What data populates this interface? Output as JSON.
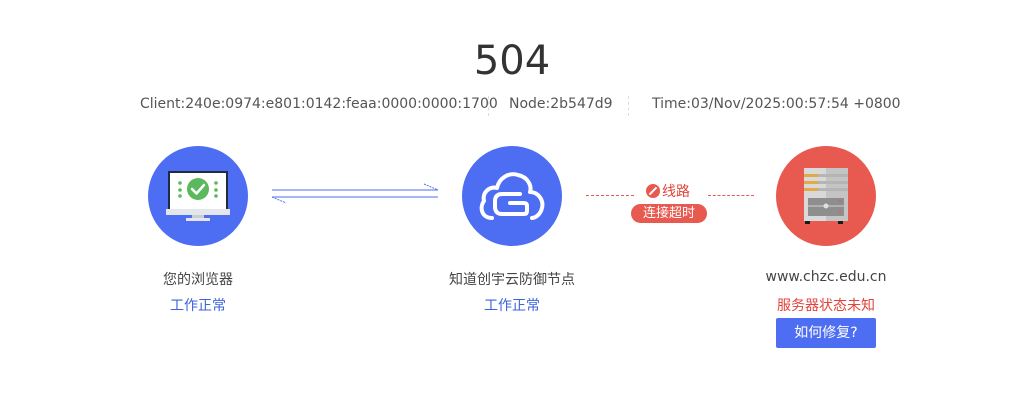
{
  "error": {
    "code": "504"
  },
  "info": {
    "client": "Client:240e:0974:e801:0142:feaa:0000:0000:1700",
    "node": "Node:2b547d9",
    "time": "Time:03/Nov/2025:00:57:54 +0800"
  },
  "nodes": [
    {
      "name": "您的浏览器",
      "status": "工作正常",
      "icon": "monitor-check-icon",
      "color": "#4d6ef2"
    },
    {
      "name": "知道创宇云防御节点",
      "status": "工作正常",
      "icon": "cloud-shield-icon",
      "color": "#4d6ef2"
    },
    {
      "name": "www.chzc.edu.cn",
      "status": "服务器状态未知",
      "icon": "server-icon",
      "color": "#e8594f"
    }
  ],
  "connection": {
    "route_label": "线路",
    "timeout_badge": "连接超时"
  },
  "actions": {
    "fix_button": "如何修复?"
  },
  "colors": {
    "accent_blue": "#4d6ef2",
    "status_blue": "#3d63dd",
    "error_red": "#e8594f",
    "error_text": "#e0443a"
  }
}
